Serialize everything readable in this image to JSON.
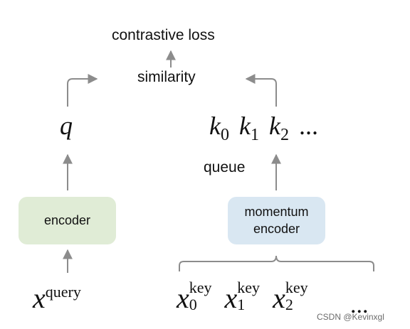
{
  "title": "contrastive loss",
  "similarity_label": "similarity",
  "query_output": "q",
  "keys": {
    "symbol": "k",
    "indices": [
      "0",
      "1",
      "2"
    ],
    "ellipsis": "..."
  },
  "queue_label": "queue",
  "encoder_box": {
    "label": "encoder",
    "color": "#e0ecd6"
  },
  "momentum_encoder_box": {
    "line1": "momentum",
    "line2": "encoder",
    "color": "#d9e7f2"
  },
  "query_input": {
    "symbol": "x",
    "superscript": "query"
  },
  "key_inputs": {
    "symbol": "x",
    "superscript": "key",
    "indices": [
      "0",
      "1",
      "2"
    ],
    "ellipsis": "..."
  },
  "arrow_color": "#8c8c8c",
  "watermark": "CSDN @Kevinxgl"
}
